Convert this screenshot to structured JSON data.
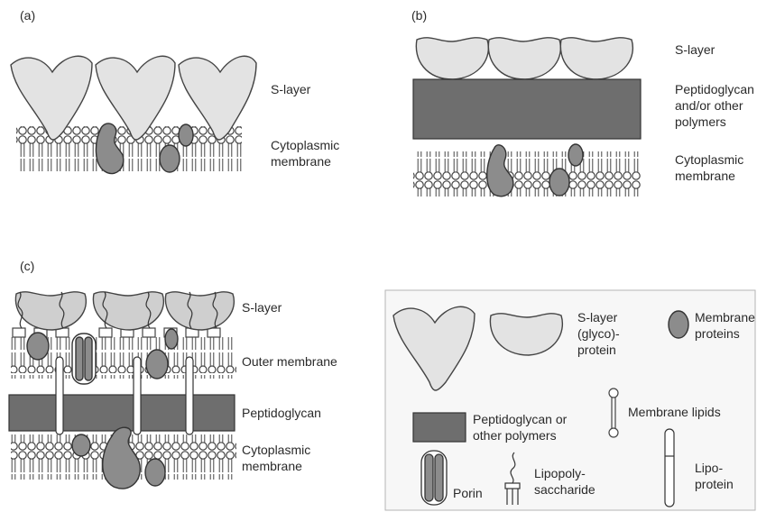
{
  "panels": {
    "a": {
      "label": "(a)",
      "s_layer": "S-layer",
      "membrane": [
        "Cytoplasmic",
        "membrane"
      ]
    },
    "b": {
      "label": "(b)",
      "s_layer": "S-layer",
      "peptidoglycan": [
        "Peptidoglycan",
        "and/or other",
        "polymers"
      ],
      "membrane": [
        "Cytoplasmic",
        "membrane"
      ]
    },
    "c": {
      "label": "(c)",
      "s_layer": "S-layer",
      "outer_membrane": "Outer membrane",
      "peptidoglycan": "Peptidoglycan",
      "membrane": [
        "Cytoplasmic",
        "membrane"
      ]
    }
  },
  "legend": {
    "s_layer_protein": [
      "S-layer",
      "(glyco)-",
      "protein"
    ],
    "membrane_proteins": [
      "Membrane",
      "proteins"
    ],
    "membrane_lipids": "Membrane lipids",
    "peptidoglycan": [
      "Peptidoglycan or",
      "other polymers"
    ],
    "porin": "Porin",
    "lipopolysaccharide": [
      "Lipopoly-",
      "saccharide"
    ],
    "lipoprotein": [
      "Lipo-",
      "protein"
    ]
  },
  "colors": {
    "s_layer_fill": "#e3e3e3",
    "s_layer_fill_c": "#cfcfcf",
    "protein_fill": "#8c8c8c",
    "peptidoglycan_fill": "#6e6e6e",
    "legend_bg": "#f7f7f7",
    "line": "#444444"
  }
}
